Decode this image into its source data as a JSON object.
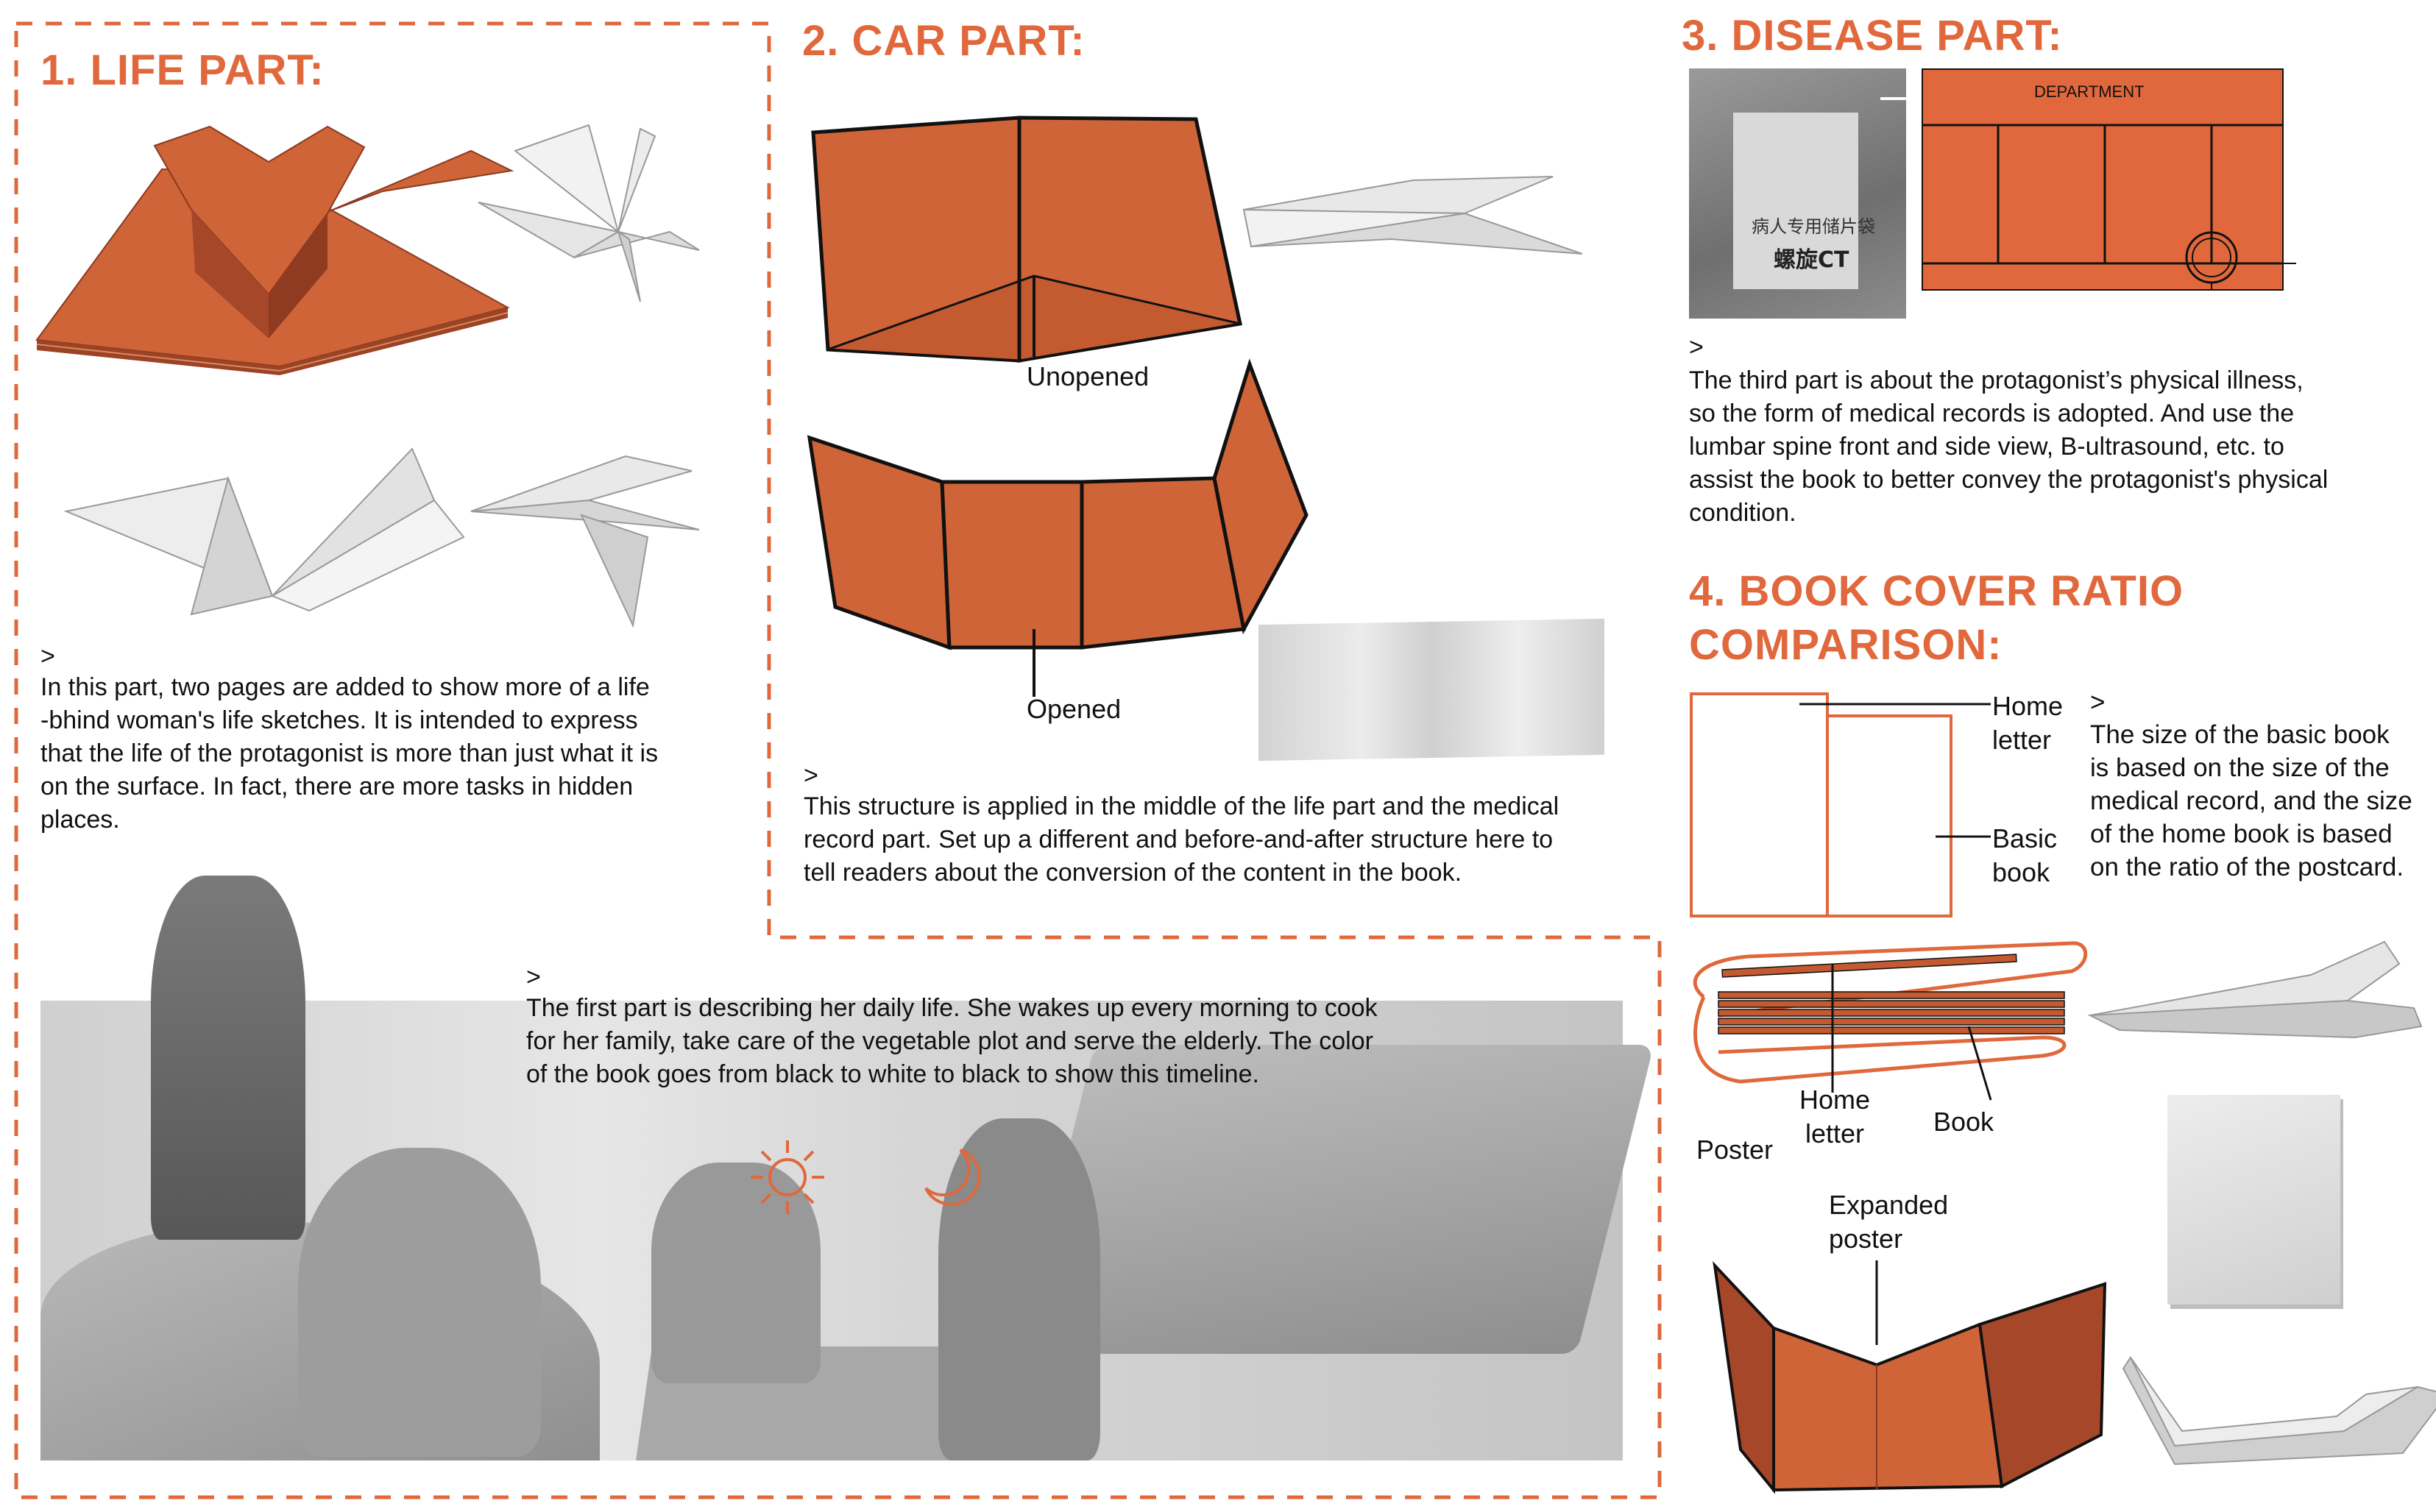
{
  "colors": {
    "accent": "#e0683c",
    "fold_orange": "#cf6438",
    "fold_dark": "#a7472a",
    "line": "#111111",
    "dash": "#e0683c"
  },
  "life": {
    "heading": "1. LIFE PART:",
    "marker": ">",
    "description": [
      "In this part, two pages are added to show more of a life",
      "-bhind woman's life sketches. It is intended to express",
      "that the life of the protagonist is more than just what it is",
      "on the surface. In fact, there are more tasks in hidden",
      "places."
    ]
  },
  "car": {
    "heading": "2. CAR PART:",
    "unopened_label": "Unopened",
    "opened_label": "Opened",
    "marker": ">",
    "description": [
      "This structure is applied in the middle of the life part and the medical",
      "record part. Set up a different and before-and-after structure here to",
      "tell readers about the conversion of the content in the book."
    ]
  },
  "disease": {
    "heading": "3. DISEASE PART:",
    "department_label": "DEPARTMENT",
    "bag_text": [
      "病人专用储片袋",
      "螺旋CT"
    ],
    "marker": ">",
    "description": [
      "The third part is about the protagonist’s physical illness,",
      "so the form of medical records is adopted. And use the",
      "lumbar spine front and side view, B-ultrasound, etc. to",
      "assist the book to better convey the protagonist's physical",
      "condition."
    ]
  },
  "daily": {
    "marker": ">",
    "description": [
      "The first part is describing her daily life. She wakes up every morning to cook",
      "for her family, take care of the vegetable plot and serve the elderly. The color",
      "of the book goes from black to white to black to show this timeline."
    ]
  },
  "ratio": {
    "heading_line1": "4. BOOK COVER RATIO",
    "heading_line2": "COMPARISON:",
    "home_letter": [
      "Home",
      "letter"
    ],
    "basic_book": [
      "Basic",
      "book"
    ],
    "marker": ">",
    "description": [
      "The size of the basic book",
      "is based on the size of the",
      "medical record, and the size",
      "of the home book is based",
      "on the ratio of the postcard."
    ],
    "stack_home_letter": [
      "Home",
      "letter"
    ],
    "stack_book": "Book",
    "stack_poster": "Poster",
    "expanded_poster": [
      "Expanded",
      "poster"
    ]
  }
}
